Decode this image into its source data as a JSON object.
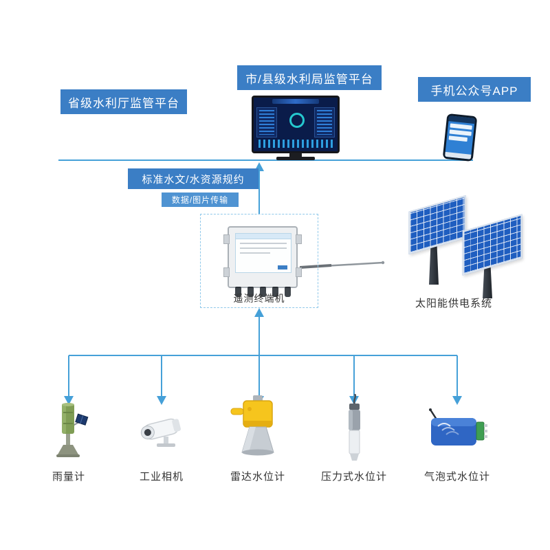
{
  "header": {
    "provincial": "省级水利厅监管平台",
    "city": "市/县级水利局监管平台",
    "app": "手机公众号APP"
  },
  "links": {
    "protocol": "标准水文/水资源规约",
    "transmission": "数据/图片传输"
  },
  "devices": {
    "rtu": "遥测终端机",
    "solar": "太阳能供电系统"
  },
  "sensors": [
    {
      "label": "雨量计"
    },
    {
      "label": "工业相机"
    },
    {
      "label": "雷达水位计"
    },
    {
      "label": "压力式水位计"
    },
    {
      "label": "气泡式水位计"
    }
  ],
  "colors": {
    "label_bg": "#3b7ec5",
    "line": "#45a0d8",
    "dashed_border": "#8fc8ea",
    "solar_panel": "#1f5ec0",
    "radar_yellow": "#f6c51d",
    "bubble_blue": "#2f66c4"
  }
}
